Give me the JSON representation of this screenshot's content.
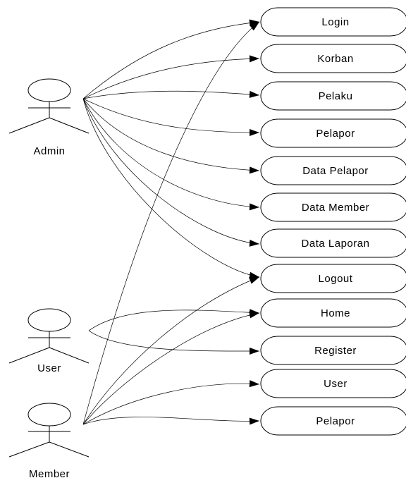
{
  "actors": [
    {
      "id": "admin",
      "label": "Admin"
    },
    {
      "id": "user",
      "label": "User"
    },
    {
      "id": "member",
      "label": "Member"
    }
  ],
  "use_cases": [
    {
      "id": "login",
      "label": "Login"
    },
    {
      "id": "korban",
      "label": "Korban"
    },
    {
      "id": "pelaku",
      "label": "Pelaku"
    },
    {
      "id": "pelapor",
      "label": "Pelapor"
    },
    {
      "id": "data_pelapor",
      "label": "Data Pelapor"
    },
    {
      "id": "data_member",
      "label": "Data Member"
    },
    {
      "id": "data_laporan",
      "label": "Data Laporan"
    },
    {
      "id": "logout",
      "label": "Logout"
    },
    {
      "id": "home",
      "label": "Home"
    },
    {
      "id": "register",
      "label": "Register"
    },
    {
      "id": "user_uc",
      "label": "User"
    },
    {
      "id": "pelapor_2",
      "label": "Pelapor"
    }
  ],
  "associations": [
    {
      "from": "admin",
      "to": "login"
    },
    {
      "from": "admin",
      "to": "korban"
    },
    {
      "from": "admin",
      "to": "pelaku"
    },
    {
      "from": "admin",
      "to": "pelapor"
    },
    {
      "from": "admin",
      "to": "data_pelapor"
    },
    {
      "from": "admin",
      "to": "data_member"
    },
    {
      "from": "admin",
      "to": "data_laporan"
    },
    {
      "from": "admin",
      "to": "logout"
    },
    {
      "from": "user",
      "to": "home"
    },
    {
      "from": "user",
      "to": "register"
    },
    {
      "from": "member",
      "to": "login"
    },
    {
      "from": "member",
      "to": "logout"
    },
    {
      "from": "member",
      "to": "home"
    },
    {
      "from": "member",
      "to": "user_uc"
    },
    {
      "from": "member",
      "to": "pelapor_2"
    }
  ]
}
